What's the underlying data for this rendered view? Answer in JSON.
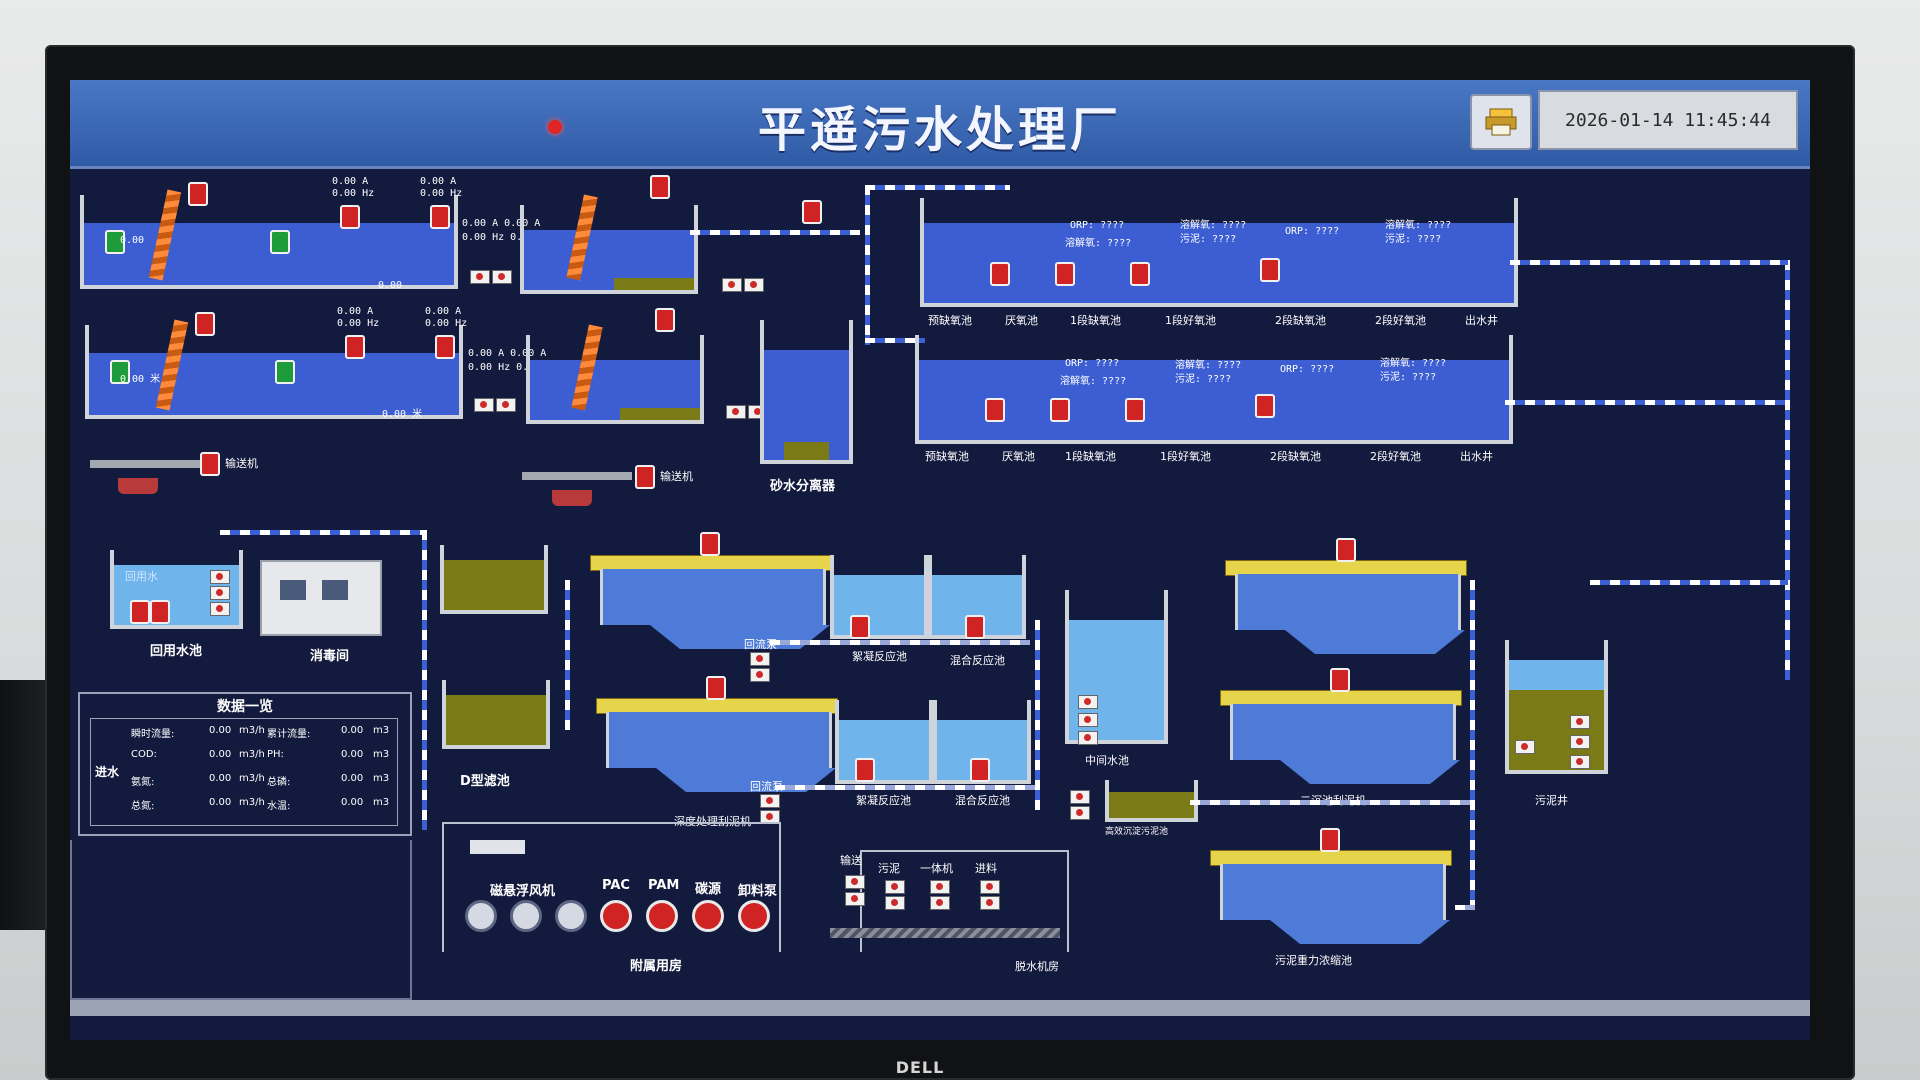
{
  "header": {
    "title": "平遥污水处理厂",
    "datetime": "2026-01-14 11:45:44"
  },
  "top_lines": {
    "readings_a": [
      "0.00 A",
      "0.00 Hz",
      "0.00 A",
      "0.00 Hz"
    ],
    "readings_b": [
      "0.00 A",
      "0.00 Hz",
      "0.00 A",
      "0.00 Hz"
    ],
    "pair_a": "0.00 A 0.00 A",
    "pair_b": "0.00 Hz 0.00 Hz",
    "level_a": "0.00",
    "level_b": "0.00",
    "level_c": "0.00 米",
    "level_d": "0.00 米",
    "conveyor_1": "输送机",
    "conveyor_2": "输送机",
    "grit_separator": "砂水分离器"
  },
  "aao_line_1": {
    "tanks": [
      "预缺氧池",
      "厌氧池",
      "1段缺氧池",
      "1段好氧池",
      "2段缺氧池",
      "2段好氧池",
      "出水井"
    ],
    "orp": "ORP: ????",
    "do": "溶解氧: ????",
    "sludge": "污泥: ????"
  },
  "aao_line_2": {
    "tanks": [
      "预缺氧池",
      "厌氧池",
      "1段缺氧池",
      "1段好氧池",
      "2段缺氧池",
      "2段好氧池",
      "出水井"
    ],
    "orp": "ORP: ????",
    "do": "溶解氧: ????",
    "sludge": "污泥: ????"
  },
  "middle": {
    "reuse_pool": "回用水池",
    "reuse_sign": "回用水",
    "disinfection": "消毒间",
    "d_filter": "D型滤池",
    "return_pump_1": "回流泵",
    "return_pump_2": "回流泵",
    "coag_1": "絮凝反应池",
    "mix_1": "混合反应池",
    "coag_2": "絮凝反应池",
    "mix_2": "混合反应池",
    "deep_scraper": "深度处理刮泥机",
    "mid_pool": "中间水池",
    "hi_eff_pool": "高效沉淀污泥池",
    "secondary_scraper": "二沉池刮泥机",
    "sludge_well": "污泥井",
    "thickener": "污泥重力浓缩池"
  },
  "data_panel": {
    "title": "数据一览",
    "inlet": "进水",
    "rows": [
      {
        "l1": "瞬时流量:",
        "v1": "0.00",
        "u1": "m3/h",
        "l2": "累计流量:",
        "v2": "0.00",
        "u2": "m3"
      },
      {
        "l1": "COD:",
        "v1": "0.00",
        "u1": "m3/h",
        "l2": "PH:",
        "v2": "0.00",
        "u2": "m3"
      },
      {
        "l1": "氨氮:",
        "v1": "0.00",
        "u1": "m3/h",
        "l2": "总磷:",
        "v2": "0.00",
        "u2": "m3"
      },
      {
        "l1": "总氮:",
        "v1": "0.00",
        "u1": "m3/h",
        "l2": "水温:",
        "v2": "0.00",
        "u2": "m3"
      }
    ]
  },
  "aux": {
    "blower": "磁悬浮风机",
    "pac": "PAC",
    "pam": "PAM",
    "carbon": "碳源",
    "unload": "卸料泵",
    "room": "附属用房"
  },
  "dewater": {
    "convey": "输送",
    "sludge": "污泥",
    "integrated": "一体机",
    "feed": "进料",
    "room": "脱水机房"
  },
  "colors": {
    "screen_bg": "#121a3d",
    "water": "#3c5ed2",
    "light_water": "#6fb4ea",
    "sludge": "#7a7a16",
    "pump_red": "#d02323",
    "scraper_yellow": "#e6d44b"
  }
}
